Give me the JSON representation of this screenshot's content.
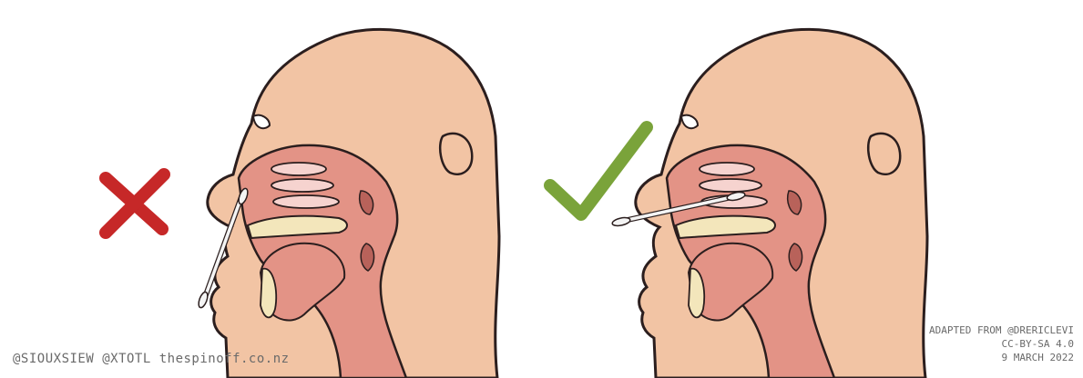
{
  "credits": {
    "left": "@SIOUXSIEW @XTOTL thespinoff.co.nz",
    "right_line1": "ADAPTED FROM @DRERICLEVI",
    "right_line2": "CC-BY-SA 4.0",
    "right_line3": "9 MARCH 2022"
  },
  "panels": [
    {
      "marker": "cross-icon",
      "meaning": "incorrect",
      "color": "#c62828"
    },
    {
      "marker": "check-icon",
      "meaning": "correct",
      "color": "#7aa33a"
    }
  ],
  "colors": {
    "skin": "#f2c4a4",
    "tissue": "#e39386",
    "tissue_light": "#eda79b",
    "cavity": "#f6d3cf",
    "bone": "#f3e6bb",
    "swab": "#f4f4f4",
    "outline": "#2b1e1e"
  }
}
